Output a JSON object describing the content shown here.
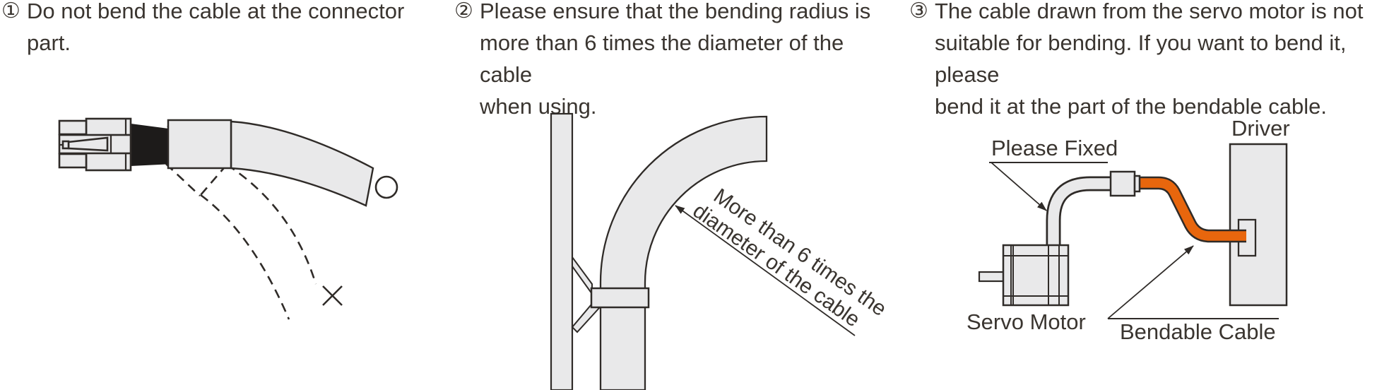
{
  "notes": [
    {
      "marker": "①",
      "lines": [
        "Do not bend the cable at the connector part."
      ]
    },
    {
      "marker": "②",
      "lines": [
        "Please ensure that the bending radius is",
        "more than 6 times the diameter of the cable",
        "when using."
      ]
    },
    {
      "marker": "③",
      "lines": [
        "The cable drawn from the servo motor is not",
        "suitable for bending. If you want to bend it, please",
        "bend it at the part of the bendable cable."
      ]
    }
  ],
  "diagram_bend_radius": {
    "annotation_line1": "More than 6 times the",
    "annotation_line2": "diameter of the cable"
  },
  "diagram_servo": {
    "label_please_fixed": "Please Fixed",
    "label_driver": "Driver",
    "label_servo_motor": "Servo Motor",
    "label_bendable_cable": "Bendable Cable"
  },
  "symbols": {
    "correct_mark": "circle",
    "wrong_mark": "cross"
  },
  "colors": {
    "line": "#2f2b28",
    "fill_light": "#e9e9ea",
    "connector_boot_black": "#1d1b1a",
    "bendable_cable_orange": "#e8660d"
  }
}
